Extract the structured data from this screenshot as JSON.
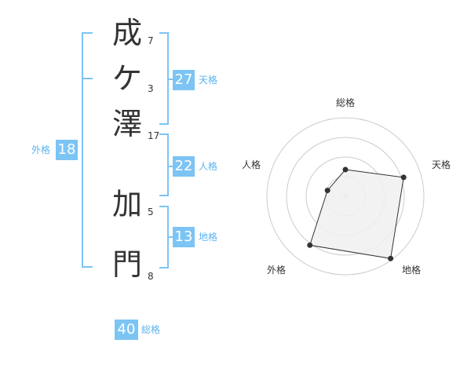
{
  "name_chars": [
    {
      "char": "成",
      "strokes": "7"
    },
    {
      "char": "ケ",
      "strokes": "3"
    },
    {
      "char": "澤",
      "strokes": "17"
    },
    {
      "char": "加",
      "strokes": "5"
    },
    {
      "char": "門",
      "strokes": "8"
    }
  ],
  "fortune": {
    "tenkaku": {
      "value": "27",
      "label": "天格"
    },
    "jinkaku": {
      "value": "22",
      "label": "人格"
    },
    "chikaku": {
      "value": "13",
      "label": "地格"
    },
    "gaikaku": {
      "value": "18",
      "label": "外格"
    },
    "soukaku": {
      "value": "40",
      "label": "総格"
    }
  },
  "chart_data": {
    "type": "radar",
    "axes": [
      "総格",
      "天格",
      "地格",
      "外格",
      "人格"
    ],
    "values": [
      0.34,
      0.78,
      0.98,
      0.77,
      0.24
    ],
    "range": [
      0,
      1
    ],
    "rings": 4,
    "colors": {
      "accent": "#7cc4f4",
      "fill": "#f0f0f0",
      "ring": "#cccccc",
      "line": "#333333"
    }
  }
}
